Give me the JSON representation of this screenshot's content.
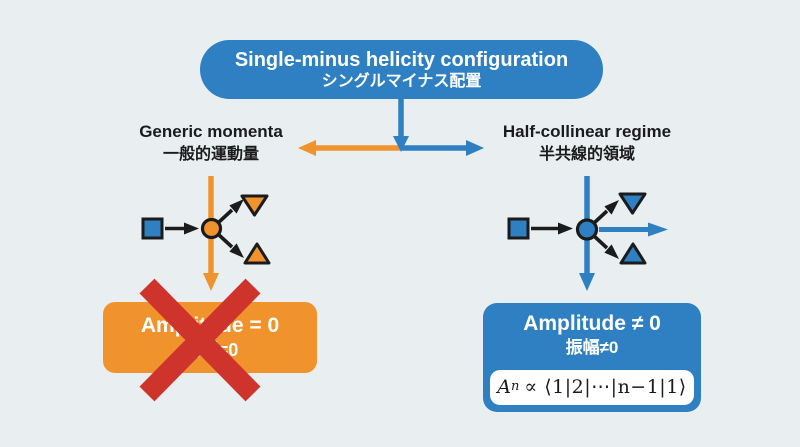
{
  "colors": {
    "bg": "#e9eef0",
    "blue": "#2e80c2",
    "orange": "#f0932c",
    "red": "#cf342c",
    "ink": "#1b1b1b",
    "white": "#ffffff"
  },
  "title": {
    "line1": "Single-minus helicity configuration",
    "line2": "シングルマイナス配置"
  },
  "branches": {
    "left": {
      "heading_en": "Generic momenta",
      "heading_ja": "一般的運動量"
    },
    "right": {
      "heading_en": "Half-collinear regime",
      "heading_ja": "半共線的領域"
    }
  },
  "results": {
    "left": {
      "line1": "Amplitude = 0",
      "line2": "振幅=0"
    },
    "right": {
      "line1": "Amplitude ≠ 0",
      "line2": "振幅≠0",
      "formula": {
        "var": "A",
        "sub": "n",
        "rest": "∝ ⟨1|2|⋯|n−1|1⟩"
      }
    }
  }
}
